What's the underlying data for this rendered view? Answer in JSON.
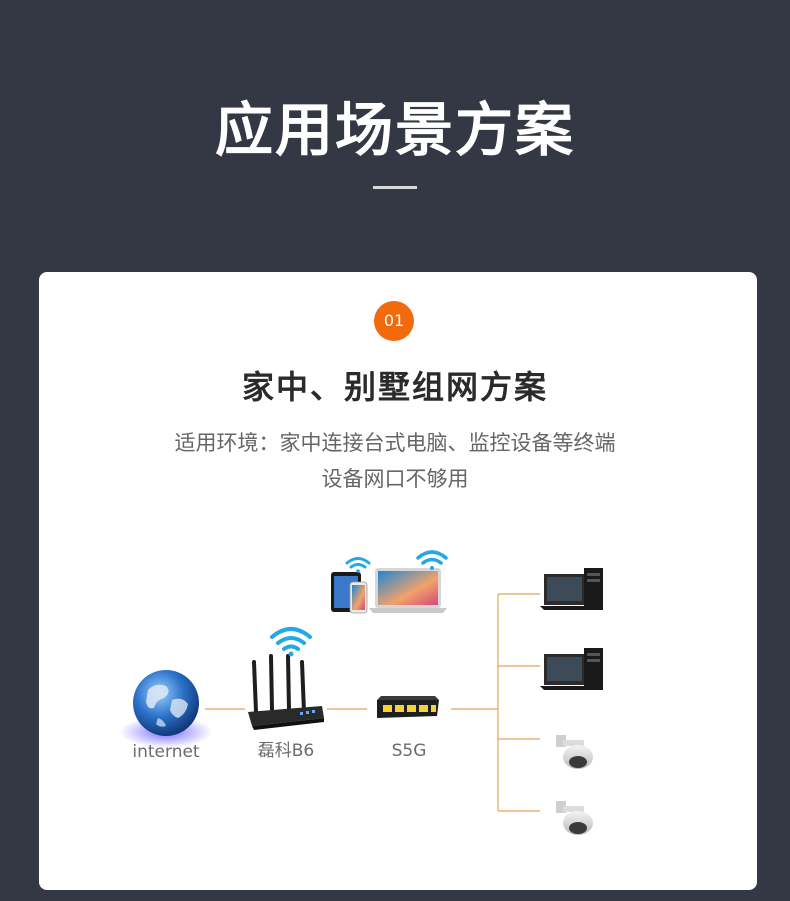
{
  "header": {
    "title": "应用场景方案"
  },
  "scenario": {
    "badge": "01",
    "title": "家中、别墅组网方案",
    "desc_line1": "适用环境：家中连接台式电脑、监控设备等终端",
    "desc_line2": "设备网口不够用"
  },
  "diagram": {
    "internet_label": "internet",
    "router_label": "磊科B6",
    "switch_label": "S5G",
    "line_color": "#e8a35a",
    "wifi_color": "#22a9e6",
    "switch_port_color": "#f3d23a"
  }
}
